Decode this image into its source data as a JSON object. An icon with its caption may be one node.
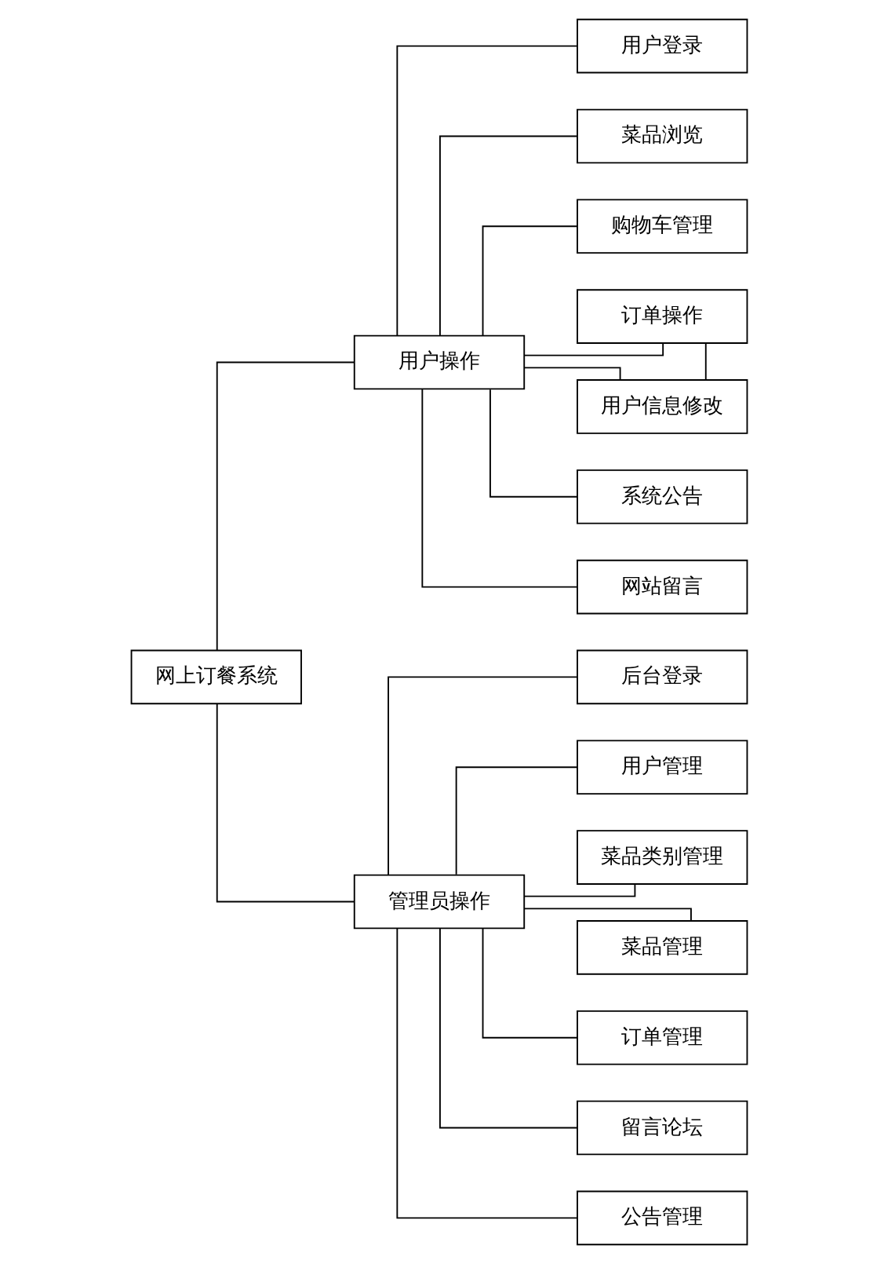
{
  "diagram": {
    "nodes": [
      {
        "text": [
          "网上订餐系统"
        ]
      },
      {
        "text": [
          "用户操作"
        ]
      },
      {
        "text": [
          "管理员操作"
        ]
      },
      {
        "text": [
          "用户登录"
        ]
      },
      {
        "text": [
          "菜品浏览"
        ]
      },
      {
        "text": [
          "购物车管理"
        ]
      },
      {
        "text": [
          "订单操作"
        ]
      },
      {
        "text": [
          "用户信息修改"
        ]
      },
      {
        "text": [
          "系统公告"
        ]
      },
      {
        "text": [
          "网站留言"
        ]
      },
      {
        "text": [
          "后台登录"
        ]
      },
      {
        "text": [
          "用户管理"
        ]
      },
      {
        "text": [
          "菜品类别管理"
        ]
      },
      {
        "text": [
          "菜品管理"
        ]
      },
      {
        "text": [
          "订单管理"
        ]
      },
      {
        "text": [
          "留言论坛"
        ]
      },
      {
        "text": [
          "公告管理"
        ]
      }
    ],
    "edges": [
      {
        "from": 0,
        "to": 1,
        "arrow": "none"
      },
      {
        "from": 0,
        "to": 2,
        "arrow": "none"
      },
      {
        "from": 1,
        "to": 3,
        "arrow": "none"
      },
      {
        "from": 1,
        "to": 4,
        "arrow": "none"
      },
      {
        "from": 1,
        "to": 5,
        "arrow": "none"
      },
      {
        "from": 1,
        "to": 6,
        "arrow": "none"
      },
      {
        "from": 1,
        "to": 7,
        "arrow": "none"
      },
      {
        "from": 1,
        "to": 8,
        "arrow": "none"
      },
      {
        "from": 1,
        "to": 9,
        "arrow": "none"
      },
      {
        "from": 2,
        "to": 10,
        "arrow": "none"
      },
      {
        "from": 2,
        "to": 11,
        "arrow": "none"
      },
      {
        "from": 2,
        "to": 12,
        "arrow": "none"
      },
      {
        "from": 2,
        "to": 13,
        "arrow": "none"
      },
      {
        "from": 2,
        "to": 14,
        "arrow": "none"
      },
      {
        "from": 2,
        "to": 15,
        "arrow": "none"
      },
      {
        "from": 2,
        "to": 16,
        "arrow": "none"
      },
      {
        "from": 6,
        "to": 7,
        "arrow": "none"
      }
    ]
  }
}
